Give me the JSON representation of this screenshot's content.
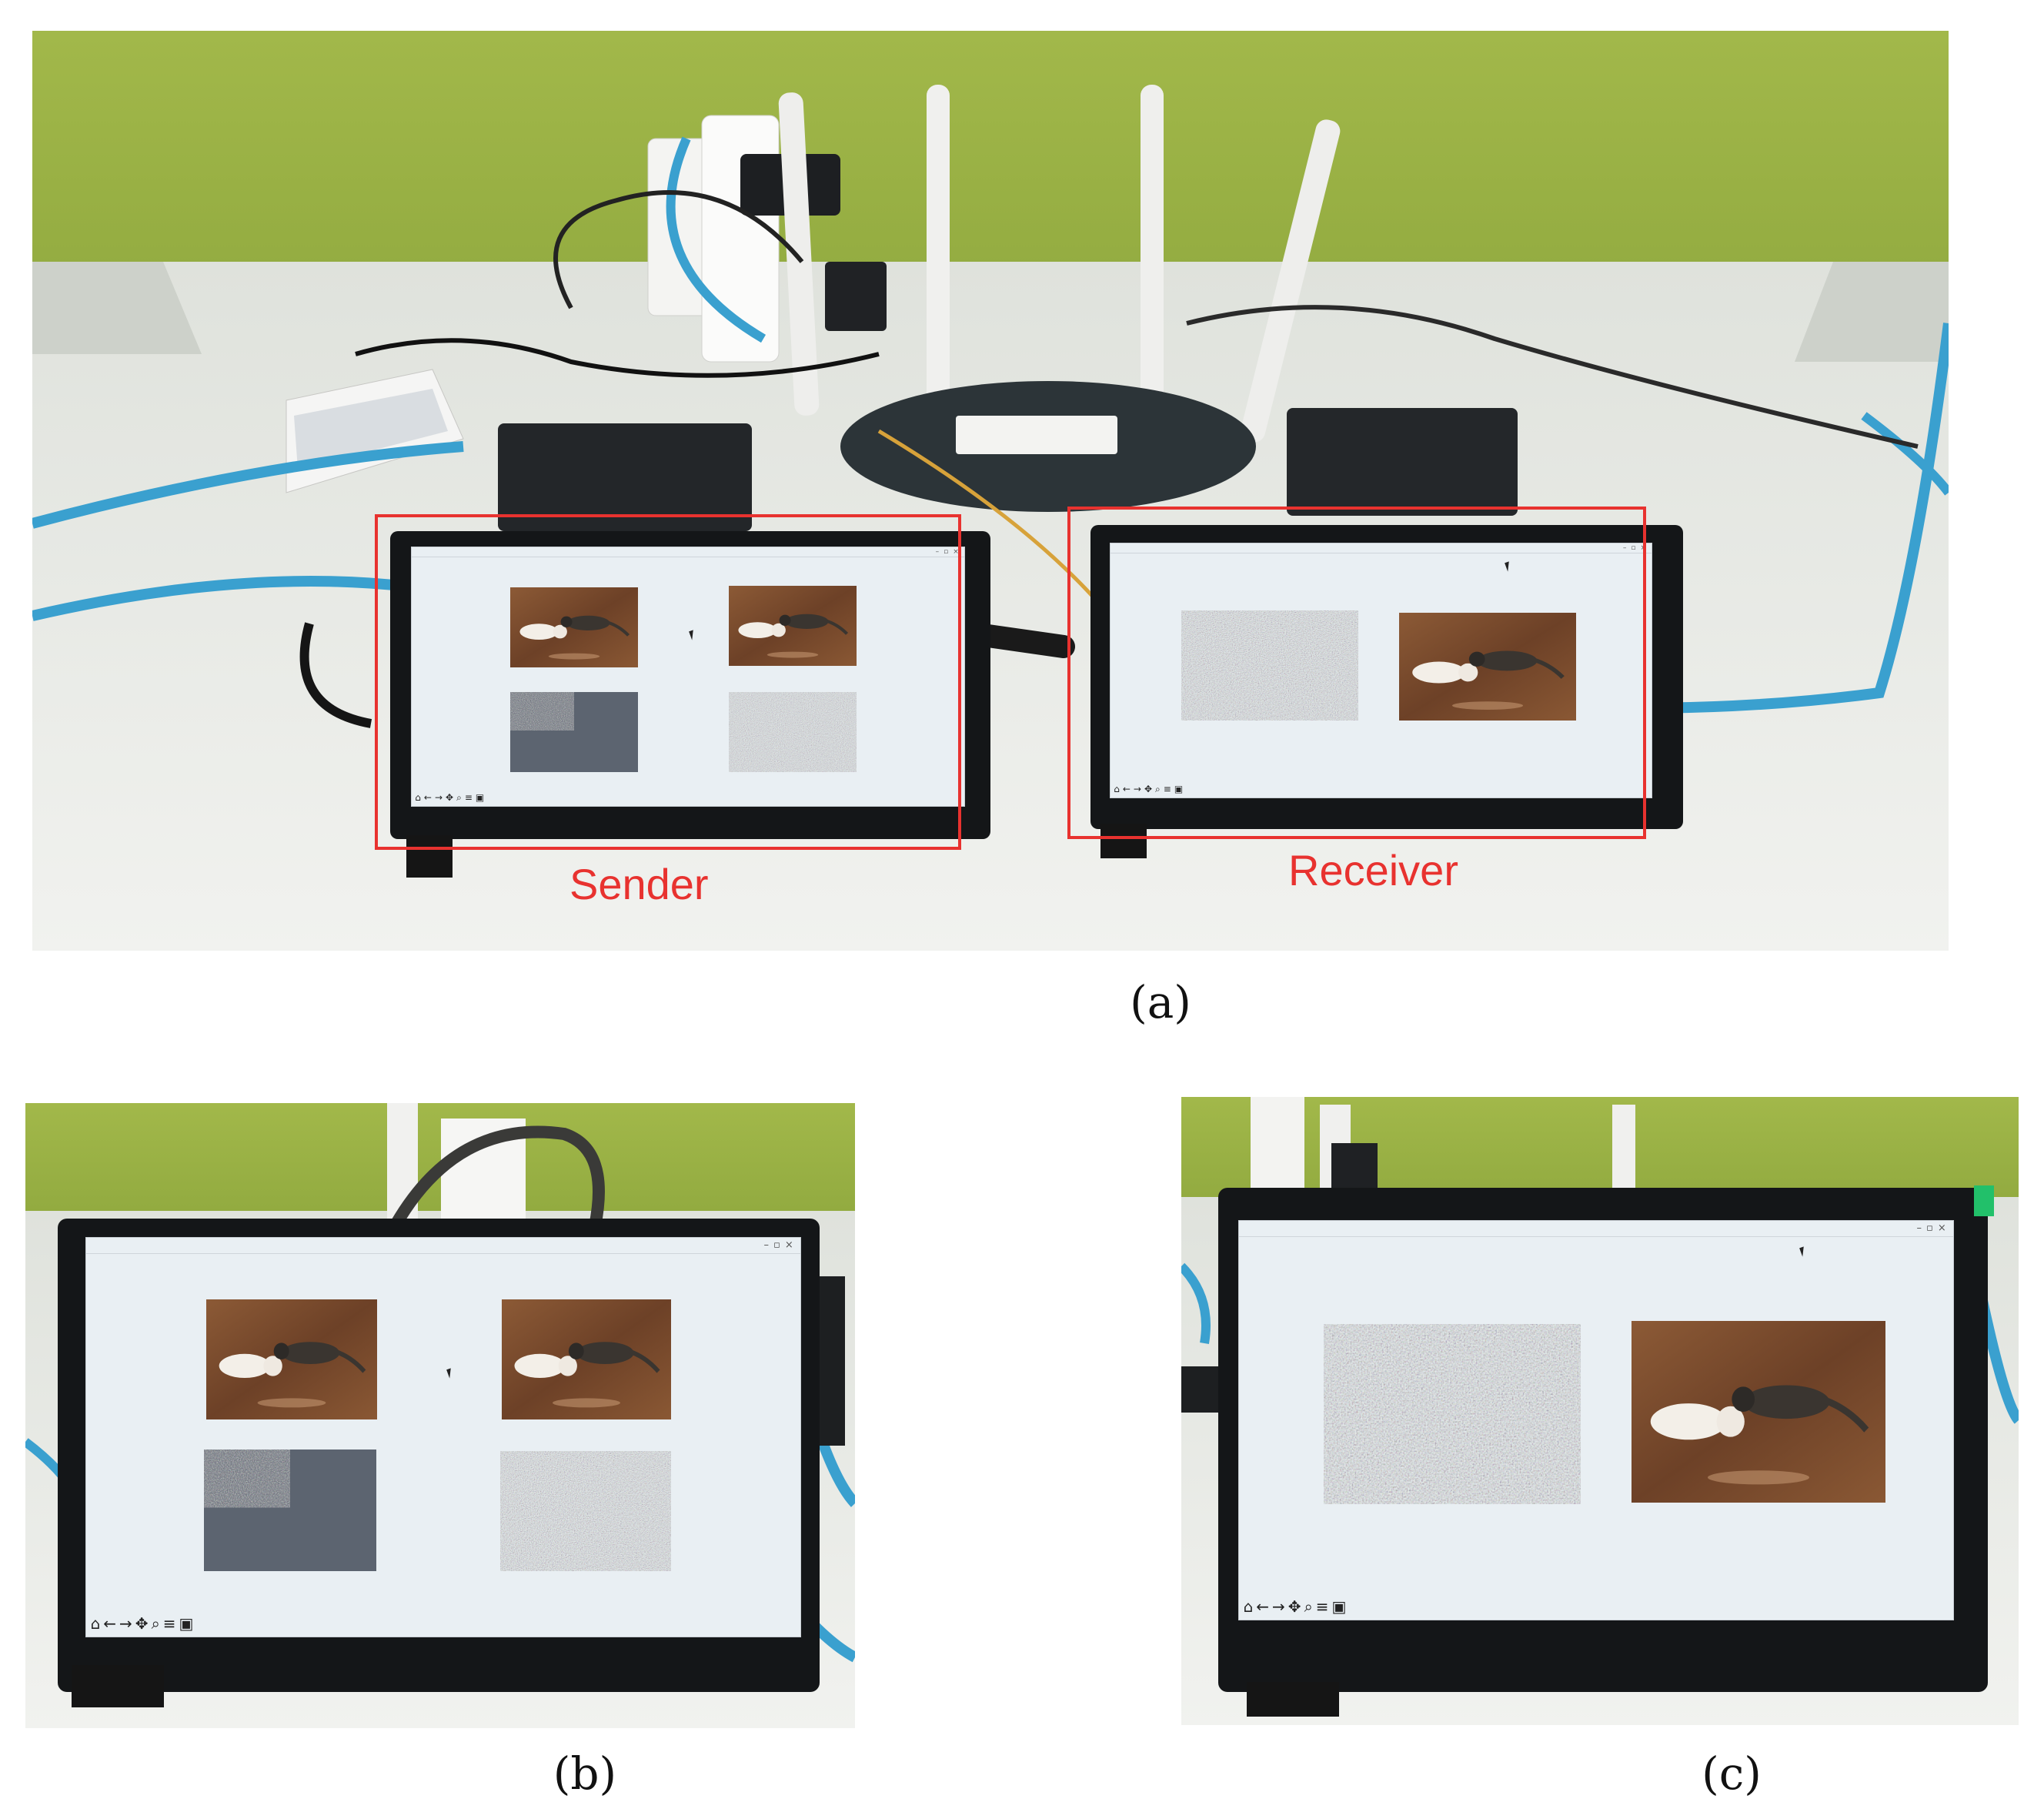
{
  "figure": {
    "captions": {
      "a": "(a)",
      "b": "(b)",
      "c": "(c)"
    },
    "callouts": {
      "sender": "Sender",
      "receiver": "Receiver"
    }
  },
  "colors": {
    "wall_green": "#9bb346",
    "desk": "#e6e8e4",
    "callout_red": "#e8322f",
    "cable_blue": "#3aa0cf",
    "screen_bg": "#e9eff3",
    "bezel": "#141618",
    "wood": "#7a4a2c",
    "noise_dark": "#5b6470"
  },
  "devices": {
    "sender": {
      "tiles": [
        "plain-image",
        "partially-encrypted-image",
        "partially-noise-image",
        "cipher-image"
      ],
      "toolbar_icons": [
        "home-icon",
        "back-arrow-icon",
        "forward-arrow-icon",
        "pan-icon",
        "zoom-icon",
        "settings-sliders-icon",
        "save-icon"
      ]
    },
    "receiver": {
      "tiles": [
        "cipher-image",
        "decrypted-image"
      ],
      "toolbar_icons": [
        "home-icon",
        "back-arrow-icon",
        "forward-arrow-icon",
        "pan-icon",
        "zoom-icon",
        "settings-sliders-icon",
        "save-icon"
      ]
    }
  }
}
